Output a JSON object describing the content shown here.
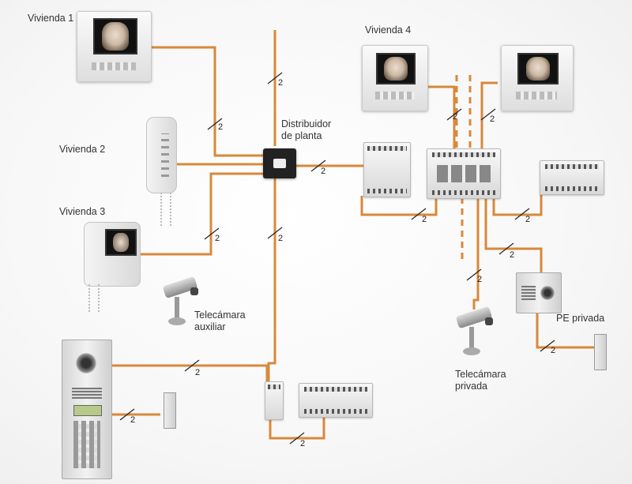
{
  "labels": {
    "vivienda1": "Vivienda 1",
    "vivienda2": "Vivienda 2",
    "vivienda3": "Vivienda 3",
    "vivienda4": "Vivienda 4",
    "distribuidor_line1": "Distribuidor",
    "distribuidor_line2": "de planta",
    "telecamara_aux_line1": "Telecámara",
    "telecamara_aux_line2": "auxiliar",
    "telecamara_priv_line1": "Telecámara",
    "telecamara_priv_line2": "privada",
    "pe_privada": "PE privada"
  },
  "wire_count": "2",
  "colors": {
    "wire": "#d9883a",
    "background": "#f5f5f5",
    "text": "#333333"
  }
}
